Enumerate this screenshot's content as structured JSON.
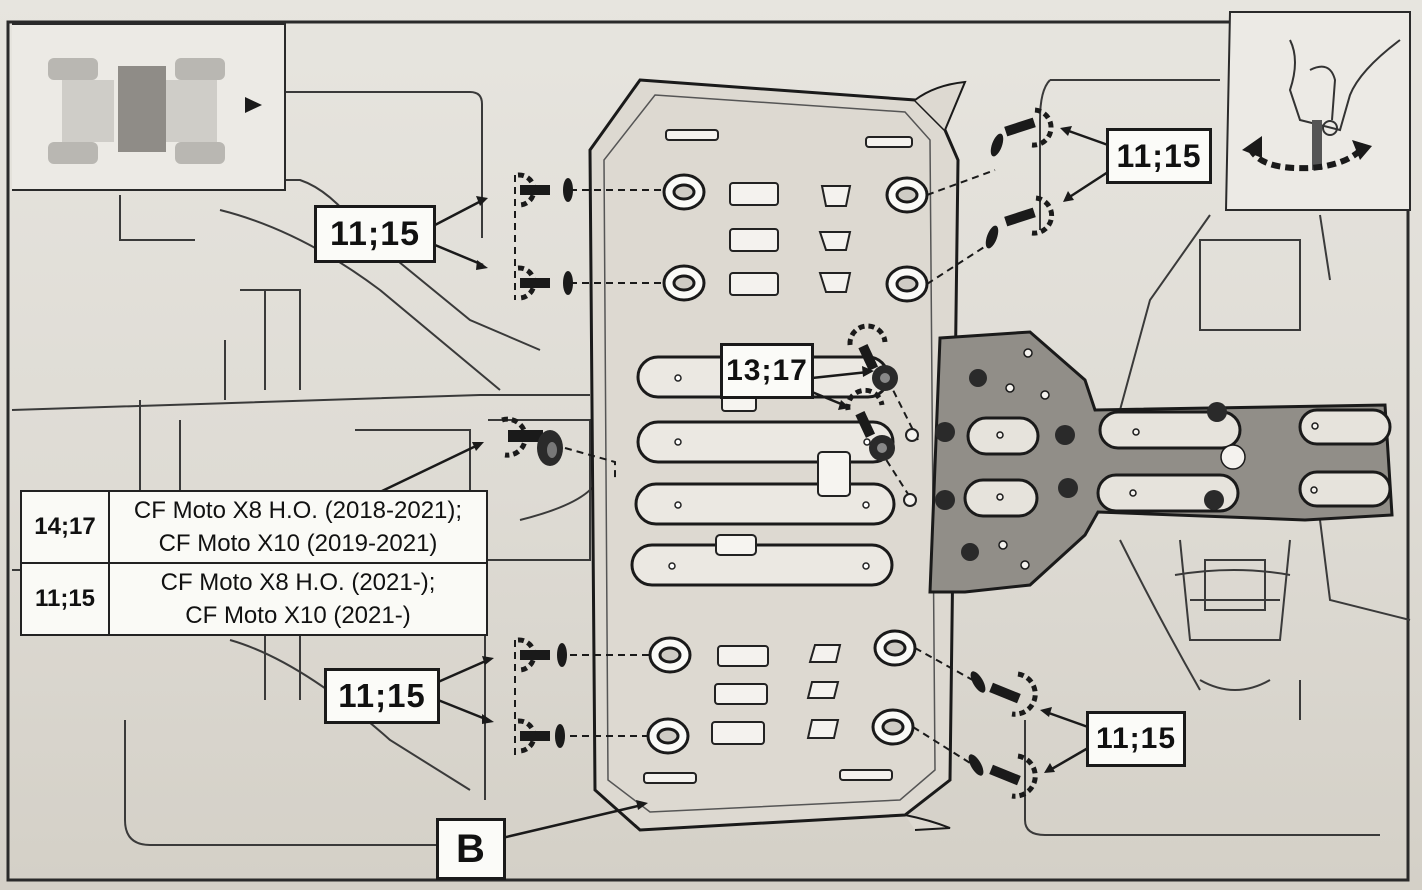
{
  "callouts": [
    {
      "id": "left-top",
      "text": "11;15"
    },
    {
      "id": "right-top",
      "text": "11;15"
    },
    {
      "id": "center",
      "text": "13;17"
    },
    {
      "id": "left-bottom",
      "text": "11;15"
    },
    {
      "id": "right-bottom",
      "text": "11;15"
    }
  ],
  "part_label": "B",
  "spec_table": [
    {
      "size": "14;17",
      "model_line1": "CF Moto X8 H.O. (2018-2021);",
      "model_line2": "CF Moto X10 (2019-2021)"
    },
    {
      "size": "11;15",
      "model_line1": "CF Moto X8 H.O. (2021-);",
      "model_line2": "CF Moto X10 (2021-)"
    }
  ],
  "icons": [
    "vehicle-top-view-icon",
    "arrow-right-icon",
    "hand-tightening-icon",
    "rotation-arrow-icon"
  ],
  "colors": {
    "ink": "#1a1a1a",
    "paper": "#e4e1da",
    "plate": "#d8d5ce",
    "dark_plate": "#8d8a84"
  }
}
